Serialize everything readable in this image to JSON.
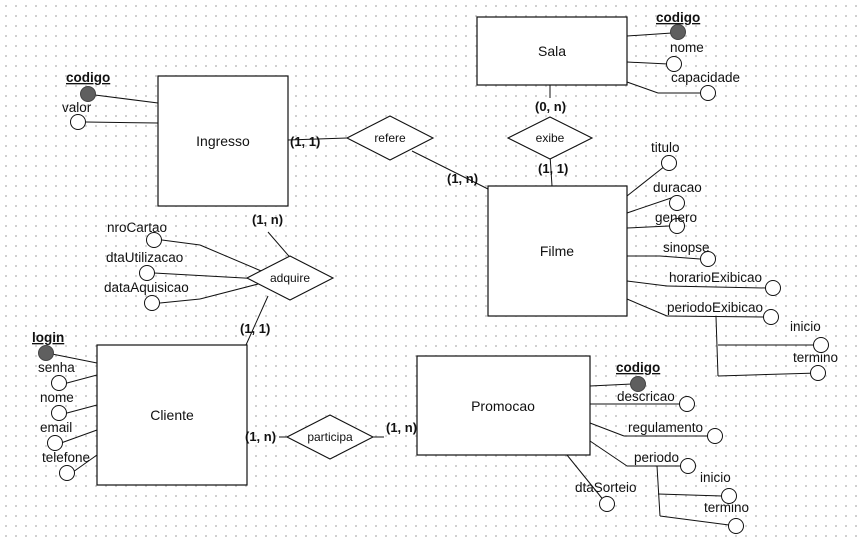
{
  "entities": {
    "sala": "Sala",
    "ingresso": "Ingresso",
    "filme": "Filme",
    "cliente": "Cliente",
    "promocao": "Promocao"
  },
  "relationships": {
    "refere": "refere",
    "exibe": "exibe",
    "adquire": "adquire",
    "participa": "participa"
  },
  "attributes": {
    "sala": {
      "key": "codigo",
      "nome": "nome",
      "capacidade": "capacidade"
    },
    "ingresso": {
      "key": "codigo",
      "valor": "valor"
    },
    "filme": {
      "titulo": "titulo",
      "duracao": "duracao",
      "genero": "genero",
      "sinopse": "sinopse",
      "horarioExibicao": "horarioExibicao",
      "periodoExibicao": "periodoExibicao",
      "inicio": "inicio",
      "termino": "termino"
    },
    "adquire": {
      "nroCartao": "nroCartao",
      "dtaUtilizacao": "dtaUtilizacao",
      "dataAquisicao": "dataAquisicao"
    },
    "cliente": {
      "key": "login",
      "senha": "senha",
      "nome": "nome",
      "email": "email",
      "telefone": "telefone"
    },
    "promocao": {
      "key": "codigo",
      "descricao": "descricao",
      "regulamento": "regulamento",
      "periodo": "periodo",
      "inicio": "inicio",
      "termino": "termino",
      "dtaSorteio": "dtaSorteio"
    }
  },
  "cardinalities": {
    "ingresso_refere": "(1, 1)",
    "filme_refere": "(1, n)",
    "sala_exibe": "(0, n)",
    "filme_exibe": "(1, 1)",
    "ingresso_adquire": "(1, n)",
    "cliente_adquire": "(1, 1)",
    "cliente_participa": "(1, n)",
    "promocao_participa": "(1, n)"
  }
}
